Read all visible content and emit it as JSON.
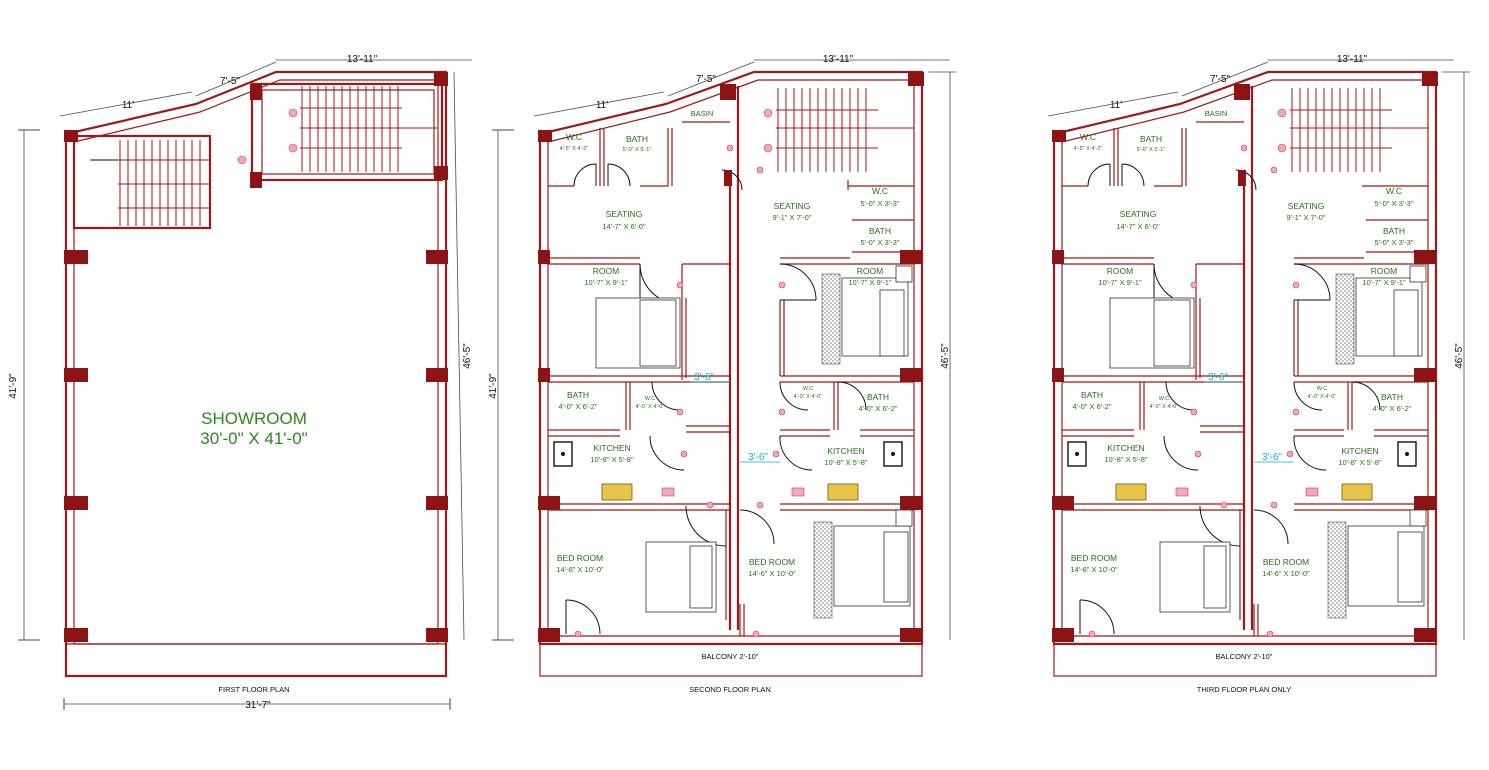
{
  "plans": [
    {
      "id": "first",
      "title": "FIRST FLOOR PLAN",
      "dims": {
        "left_seg": "11'",
        "slope_seg": "7'-5\"",
        "top_seg": "13'-11\"",
        "left_height": "41'-9\"",
        "right_height": "46'-5\"",
        "bottom_width": "31'-7\""
      },
      "rooms": [
        {
          "name": "SHOWROOM",
          "size": "30'-0\" X 41'-0\""
        }
      ]
    },
    {
      "id": "second",
      "title": "SECOND FLOOR PLAN",
      "dims": {
        "left_seg": "11'",
        "slope_seg": "7'-5\"",
        "top_seg": "13'-11\"",
        "left_height": "41'-9\"",
        "right_height": "46'-5\""
      },
      "balcony": "BALCONY 2'-10\"",
      "openings": [
        "3'-6\"",
        "3'-6\""
      ],
      "basin": "BASIN",
      "rooms": [
        {
          "name": "W.C",
          "size": "4'-5\" X 4'-2\""
        },
        {
          "name": "BATH",
          "size": "5'-0\" X 5'-1\""
        },
        {
          "name": "SEATING",
          "size": "14'-7\"  X 6'-0\""
        },
        {
          "name": "ROOM",
          "size": "10'-7\" X 9'-1\""
        },
        {
          "name": "BATH",
          "size": "4'-0\" X 6'-2\""
        },
        {
          "name": "W.C",
          "size": "4'-0\" X 4'-0\""
        },
        {
          "name": "KITCHEN",
          "size": "10'-8\" X 5'-8\""
        },
        {
          "name": "BED ROOM",
          "size": "14'-6\" X 10'-0\""
        },
        {
          "name": "SEATING",
          "size": "9'-1\" X 7'-0\""
        },
        {
          "name": "W.C",
          "size": "5'-0\" X 3'-3\""
        },
        {
          "name": "BATH",
          "size": "5'-0\" X 3'-3\""
        },
        {
          "name": "ROOM",
          "size": "10'-7\" X 9'-1\""
        },
        {
          "name": "W.C",
          "size": "4'-0\" X 4'-0\""
        },
        {
          "name": "BATH",
          "size": "4'-0\" X 6'-2\""
        },
        {
          "name": "KITCHEN",
          "size": "10'-8\" X 5'-8\""
        },
        {
          "name": "BED ROOM",
          "size": "14'-6\" X 10'-0\""
        }
      ]
    },
    {
      "id": "third",
      "title": "THIRD  FLOOR PLAN ONLY",
      "dims": {
        "left_seg": "11'",
        "slope_seg": "7'-5\"",
        "top_seg": "13'-11\"",
        "left_height": "41'-9\"",
        "right_height": "46'-5\""
      },
      "balcony": "BALCONY 2'-10\"",
      "openings": [
        "3'-6\"",
        "3'-6\""
      ],
      "basin": "BASIN",
      "rooms": [
        {
          "name": "W.C",
          "size": "4'-5\" X 4'-2\""
        },
        {
          "name": "BATH",
          "size": "5'-0\" X 5'-1\""
        },
        {
          "name": "SEATING",
          "size": "14'-7\"  X 6'-0\""
        },
        {
          "name": "ROOM",
          "size": "10'-7\" X 9'-1\""
        },
        {
          "name": "BATH",
          "size": "4'-0\" X 6'-2\""
        },
        {
          "name": "W.C",
          "size": "4'-0\" X 4'-0\""
        },
        {
          "name": "KITCHEN",
          "size": "10'-8\" X 5'-8\""
        },
        {
          "name": "BED ROOM",
          "size": "14'-6\" X 10'-0\""
        },
        {
          "name": "SEATING",
          "size": "9'-1\" X 7'-0\""
        },
        {
          "name": "W.C",
          "size": "5'-0\" X 3'-3\""
        },
        {
          "name": "BATH",
          "size": "5'-0\" X 3'-3\""
        },
        {
          "name": "ROOM",
          "size": "10'-7\" X 9'-1\""
        },
        {
          "name": "W.C",
          "size": "4'-0\" X 4'-0\""
        },
        {
          "name": "BATH",
          "size": "4'-0\" X 6'-2\""
        },
        {
          "name": "KITCHEN",
          "size": "10'-8\" X 5'-8\""
        },
        {
          "name": "BED ROOM",
          "size": "14'-6\" X 10'-0\""
        }
      ]
    }
  ],
  "colors": {
    "wall": "#a01818",
    "column": "#8c1414",
    "label": "#2a6e1a",
    "opening": "#00b8d8"
  }
}
